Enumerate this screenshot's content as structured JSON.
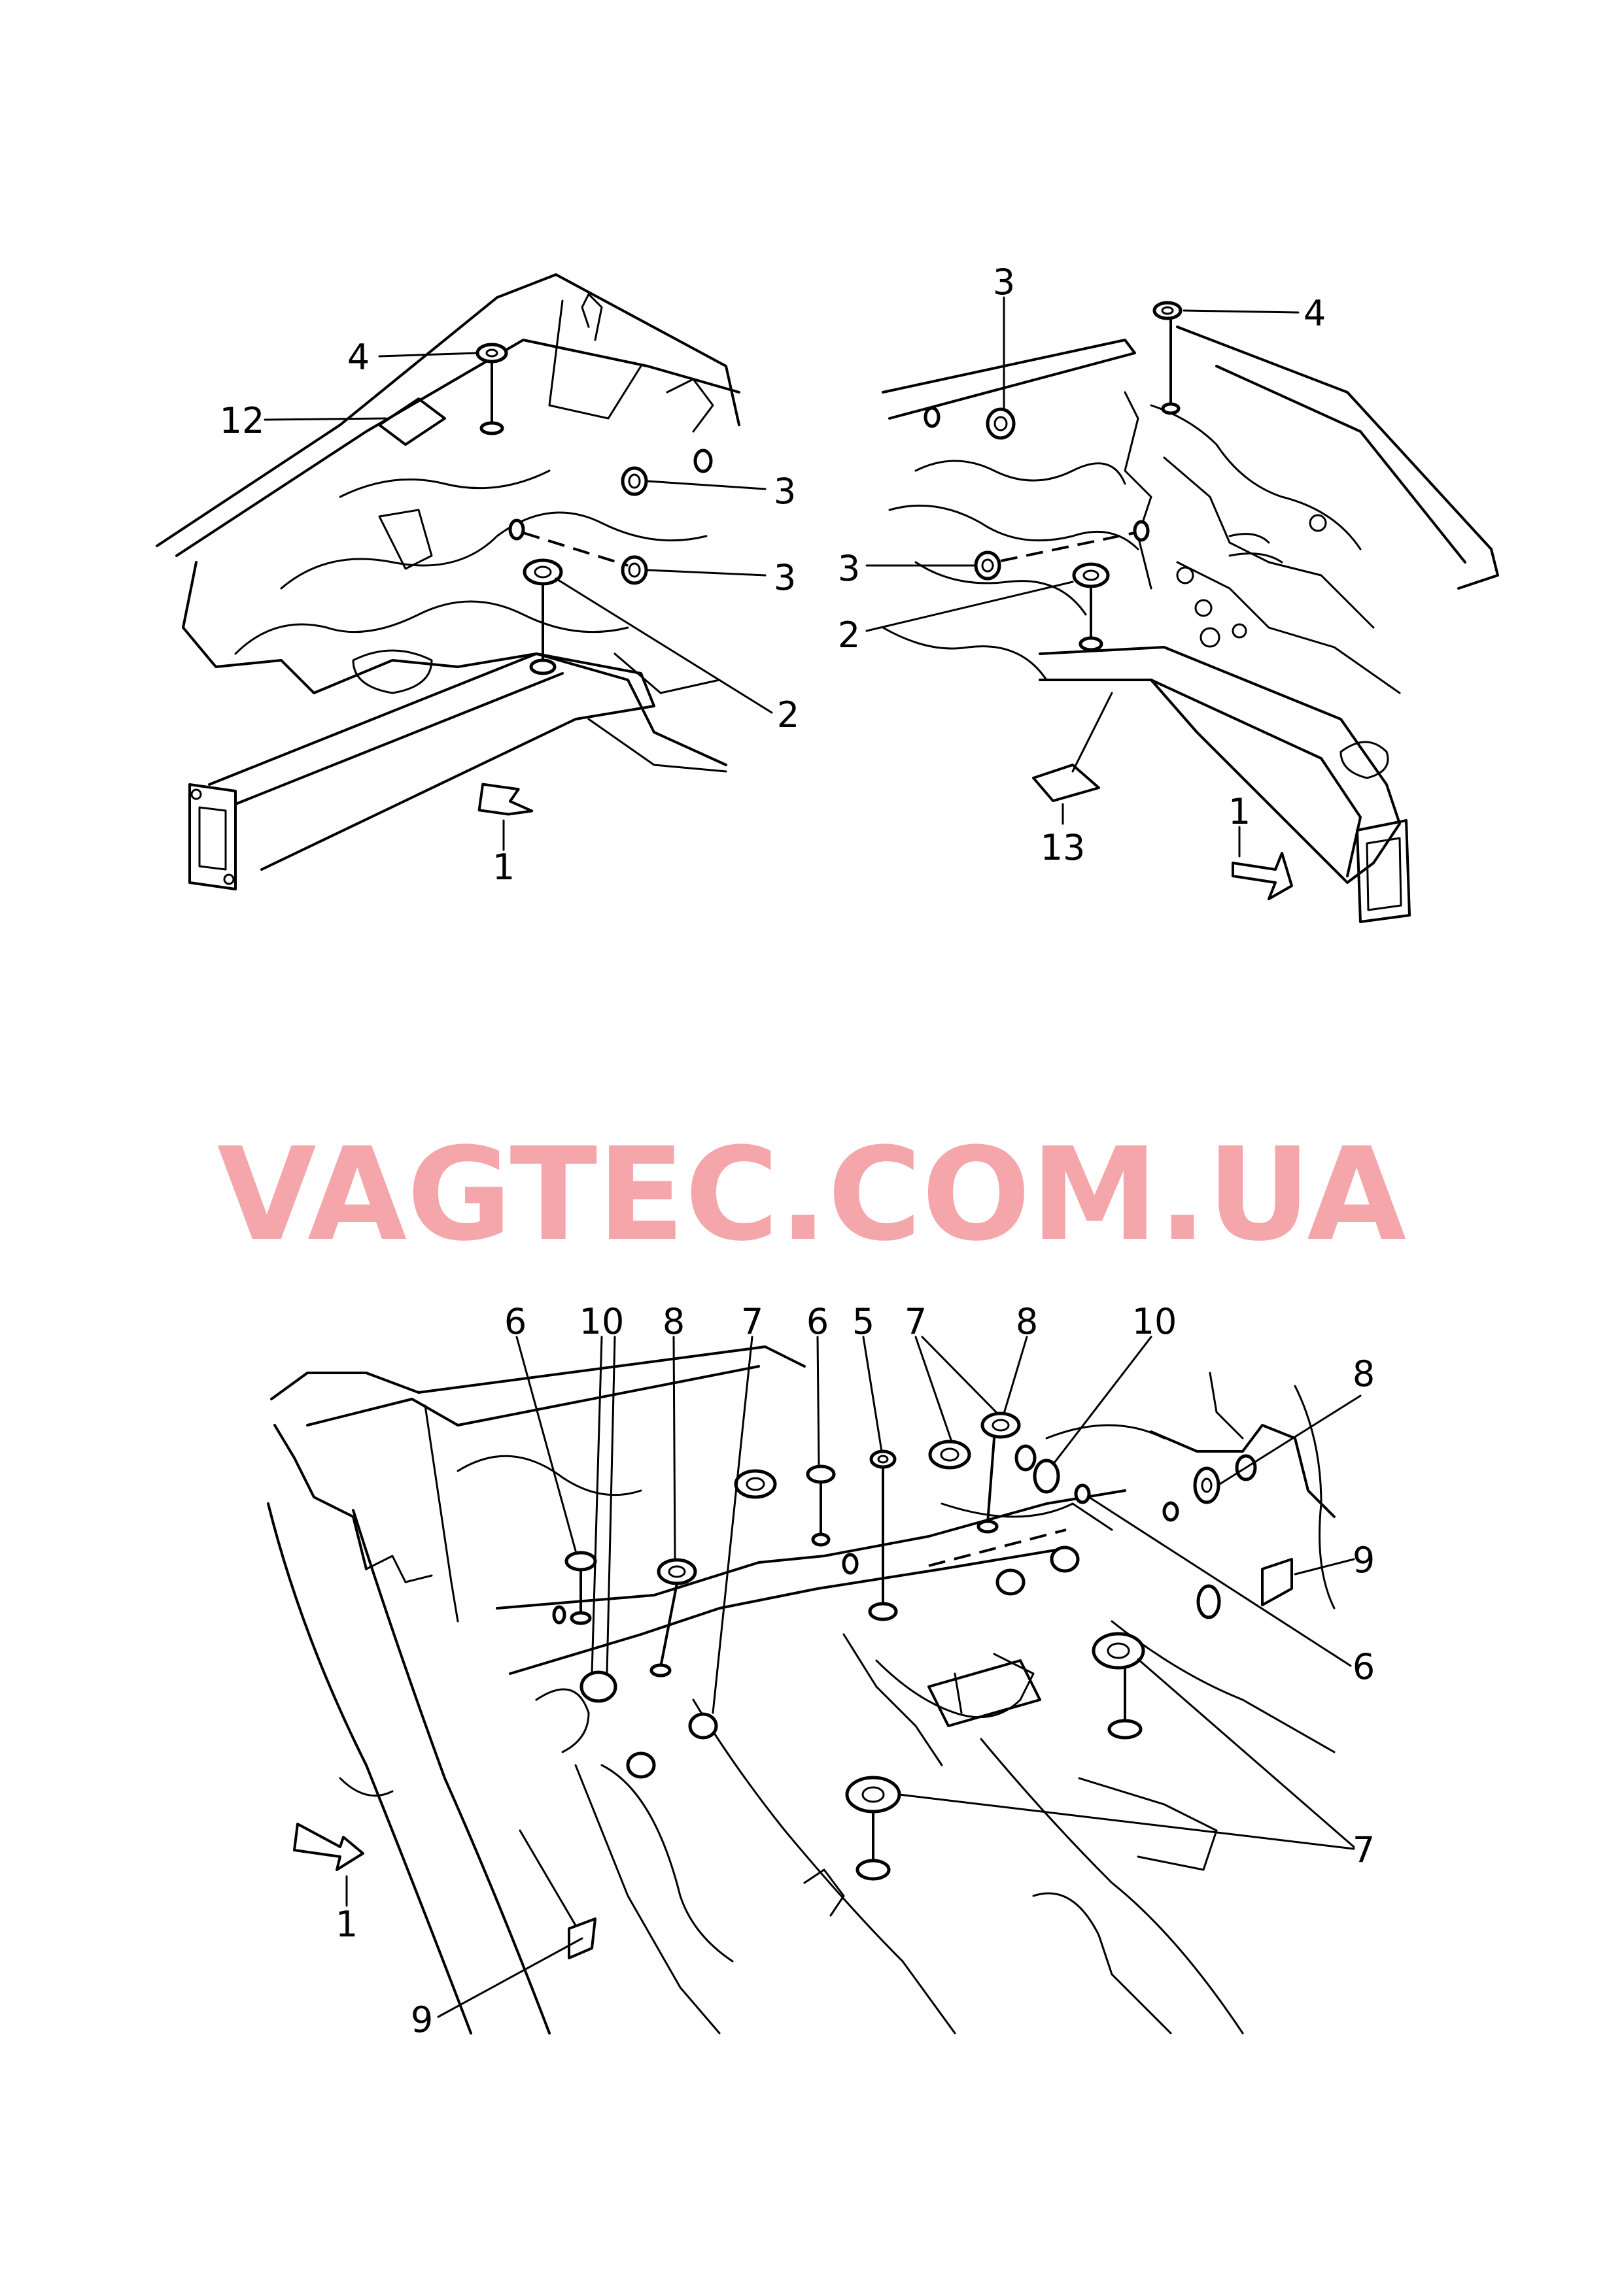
{
  "watermark": "VAGTEC.COM.UA",
  "callouts": {
    "tl_4": "4",
    "tl_12": "12",
    "tl_3a": "3",
    "tl_3b": "3",
    "tl_2": "2",
    "tl_1": "1",
    "tr_3a": "3",
    "tr_4": "4",
    "tr_3b": "3",
    "tr_2": "2",
    "tr_13": "13",
    "tr_1": "1",
    "b_6a": "6",
    "b_10a": "10",
    "b_8a": "8",
    "b_7a": "7",
    "b_6b": "6",
    "b_5": "5",
    "b_7b": "7",
    "b_8b": "8",
    "b_10b": "10",
    "b_8c": "8",
    "b_9a": "9",
    "b_6c": "6",
    "b_7c": "7",
    "b_1": "1",
    "b_9b": "9"
  }
}
